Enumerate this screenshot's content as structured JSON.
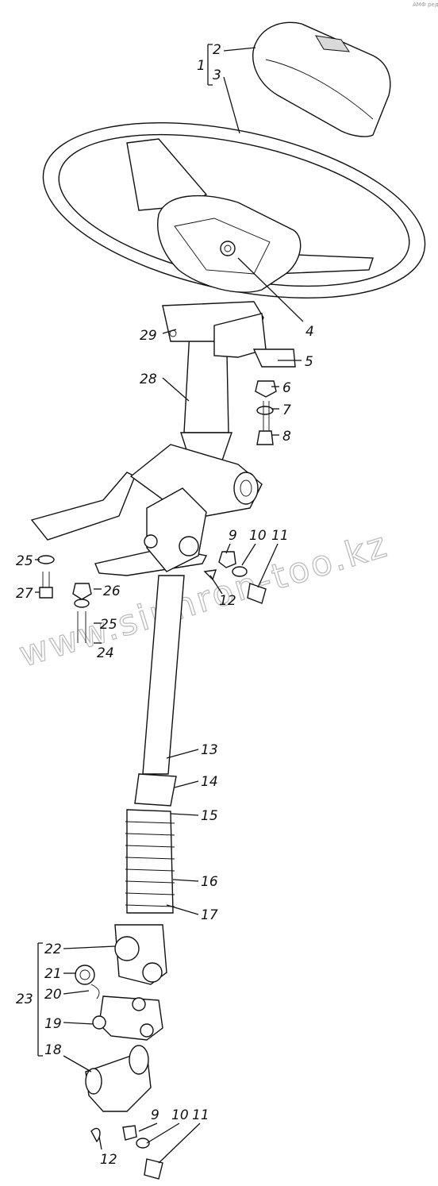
{
  "corner_mark": "АМФ ред",
  "watermark": "www.sinhron-too.kz",
  "bracket_groups": {
    "g1": "1",
    "g23": "23"
  },
  "labels": {
    "l2": "2",
    "l3": "3",
    "l4": "4",
    "l5": "5",
    "l6": "6",
    "l7": "7",
    "l8": "8",
    "l9a": "9",
    "l10a": "10",
    "l11a": "11",
    "l12a": "12",
    "l13": "13",
    "l14": "14",
    "l15": "15",
    "l16": "16",
    "l17": "17",
    "l18": "18",
    "l19": "19",
    "l20": "20",
    "l21": "21",
    "l22": "22",
    "l24": "24",
    "l25a": "25",
    "l25b": "25",
    "l26": "26",
    "l27": "27",
    "l28": "28",
    "l29": "29",
    "l9b": "9",
    "l10b": "10",
    "l11b": "11",
    "l12b": "12"
  }
}
